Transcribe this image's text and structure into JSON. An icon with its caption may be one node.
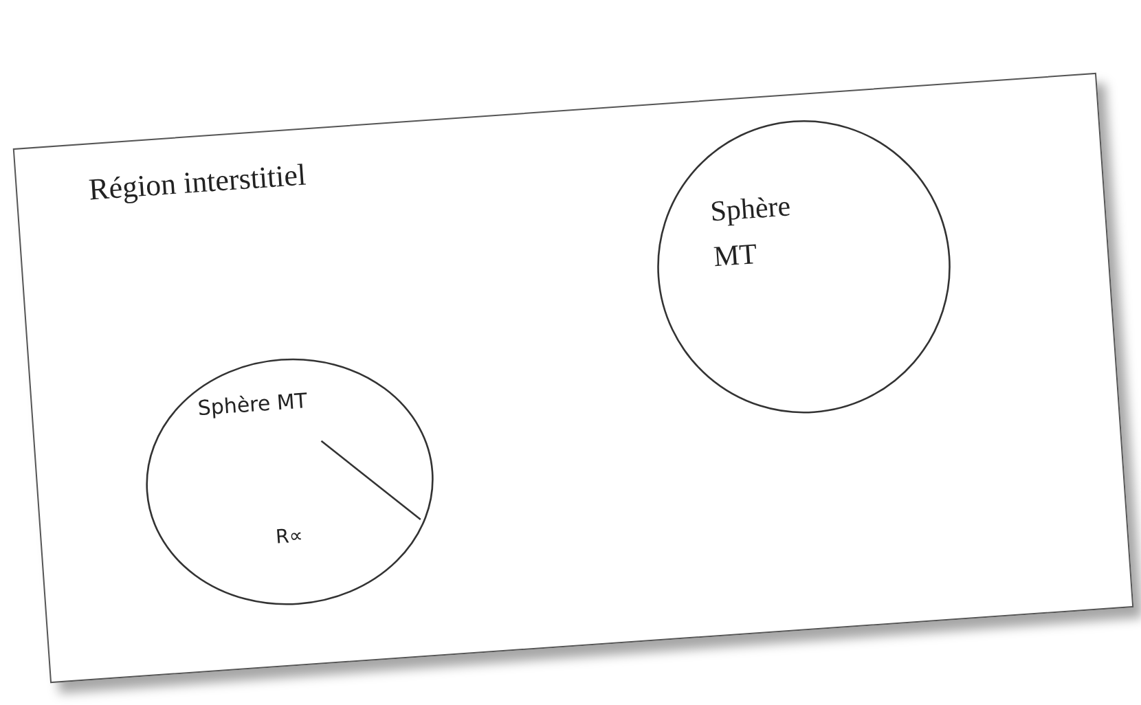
{
  "diagram": {
    "nodes": [
      {
        "text": [
          "Région interstitiel"
        ]
      },
      {
        "text": [
          "Sphère MT",
          "R∝"
        ],
        "in": 0
      },
      {
        "text": [
          "Sphère MT"
        ],
        "in": 0
      }
    ]
  }
}
